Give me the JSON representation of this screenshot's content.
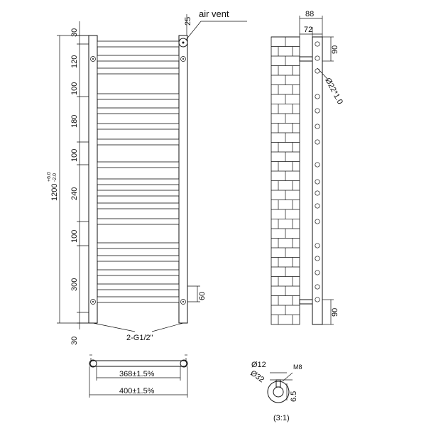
{
  "front_view": {
    "air_vent_label": "air vent",
    "vent_dim": "25",
    "spacing_dims": [
      "30",
      "120",
      "100",
      "180",
      "100",
      "240",
      "100",
      "300",
      "30"
    ],
    "height_dim": "1200",
    "height_tol_upper": "+6.0",
    "height_tol_lower": "-2.0",
    "bracket_dim": "60",
    "connection_label": "2-G1/2\""
  },
  "side_view": {
    "depth_total": "88",
    "depth_inner": "72",
    "top_bracket_dim": "90",
    "bottom_bracket_dim": "90",
    "pipe_dim": "Ø22*1.0"
  },
  "bottom_view": {
    "inner_width": "368±1.5%",
    "outer_width": "400±1.5%"
  },
  "detail": {
    "dia_small": "Ø12",
    "dia_large": "Ø32",
    "thread": "M8",
    "offset": "6.5",
    "scale": "(3:1)"
  }
}
